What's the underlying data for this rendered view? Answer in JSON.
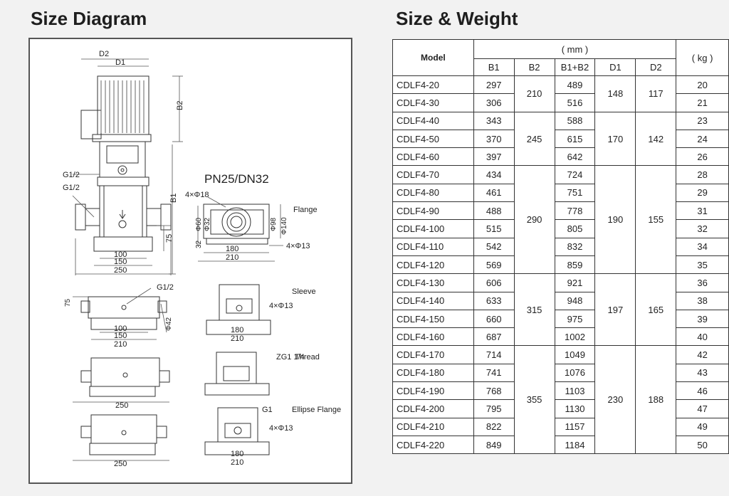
{
  "titles": {
    "diagram": "Size Diagram",
    "table": "Size & Weight"
  },
  "diagram": {
    "motor_labels": [
      "D2",
      "D1",
      "B2",
      "B1"
    ],
    "ports": [
      "G1/2",
      "G1/2"
    ],
    "pn_title": "PN25/DN32",
    "flange": {
      "holes": "4×Φ18",
      "bolts": "4×Φ13",
      "label": "Flange",
      "dims": [
        "Φ60",
        "Φ32",
        "Φ98",
        "Φ140"
      ]
    },
    "main_dims": {
      "d100": "100",
      "d150": "150",
      "d250": "250",
      "d75": "75",
      "d180": "180",
      "d210": "210",
      "d32": "32"
    },
    "sleeve": {
      "label": "Sleeve",
      "bolts": "4×Φ13",
      "port": "G1/2",
      "phi42": "Φ42"
    },
    "thread": {
      "label": "Thread",
      "port": "ZG1 1/4"
    },
    "ellipse": {
      "label": "Ellipse Flange",
      "port": "G1",
      "bolts": "4×Φ13"
    }
  },
  "table": {
    "header": {
      "model": "Model",
      "mm": "( mm )",
      "kg": "( kg )",
      "cols": [
        "B1",
        "B2",
        "B1+B2",
        "D1",
        "D2"
      ]
    },
    "rows": [
      {
        "model": "CDLF4-20",
        "b1": "297",
        "b12": "489",
        "kg": "20"
      },
      {
        "model": "CDLF4-30",
        "b1": "306",
        "b12": "516",
        "kg": "21"
      },
      {
        "model": "CDLF4-40",
        "b1": "343",
        "b12": "588",
        "kg": "23"
      },
      {
        "model": "CDLF4-50",
        "b1": "370",
        "b12": "615",
        "kg": "24"
      },
      {
        "model": "CDLF4-60",
        "b1": "397",
        "b12": "642",
        "kg": "26"
      },
      {
        "model": "CDLF4-70",
        "b1": "434",
        "b12": "724",
        "kg": "28"
      },
      {
        "model": "CDLF4-80",
        "b1": "461",
        "b12": "751",
        "kg": "29"
      },
      {
        "model": "CDLF4-90",
        "b1": "488",
        "b12": "778",
        "kg": "31"
      },
      {
        "model": "CDLF4-100",
        "b1": "515",
        "b12": "805",
        "kg": "32"
      },
      {
        "model": "CDLF4-110",
        "b1": "542",
        "b12": "832",
        "kg": "34"
      },
      {
        "model": "CDLF4-120",
        "b1": "569",
        "b12": "859",
        "kg": "35"
      },
      {
        "model": "CDLF4-130",
        "b1": "606",
        "b12": "921",
        "kg": "36"
      },
      {
        "model": "CDLF4-140",
        "b1": "633",
        "b12": "948",
        "kg": "38"
      },
      {
        "model": "CDLF4-150",
        "b1": "660",
        "b12": "975",
        "kg": "39"
      },
      {
        "model": "CDLF4-160",
        "b1": "687",
        "b12": "1002",
        "kg": "40"
      },
      {
        "model": "CDLF4-170",
        "b1": "714",
        "b12": "1049",
        "kg": "42"
      },
      {
        "model": "CDLF4-180",
        "b1": "741",
        "b12": "1076",
        "kg": "43"
      },
      {
        "model": "CDLF4-190",
        "b1": "768",
        "b12": "1103",
        "kg": "46"
      },
      {
        "model": "CDLF4-200",
        "b1": "795",
        "b12": "1130",
        "kg": "47"
      },
      {
        "model": "CDLF4-210",
        "b1": "822",
        "b12": "1157",
        "kg": "49"
      },
      {
        "model": "CDLF4-220",
        "b1": "849",
        "b12": "1184",
        "kg": "50"
      }
    ],
    "groups": [
      {
        "b2": "210",
        "d1": "148",
        "d2": "117"
      },
      {
        "b2": "245",
        "d1": "170",
        "d2": "142"
      },
      {
        "b2": "290",
        "d1": "190",
        "d2": "155"
      },
      {
        "b2": "315",
        "d1": "197",
        "d2": "165"
      },
      {
        "b2": "355",
        "d1": "230",
        "d2": "188"
      }
    ]
  }
}
